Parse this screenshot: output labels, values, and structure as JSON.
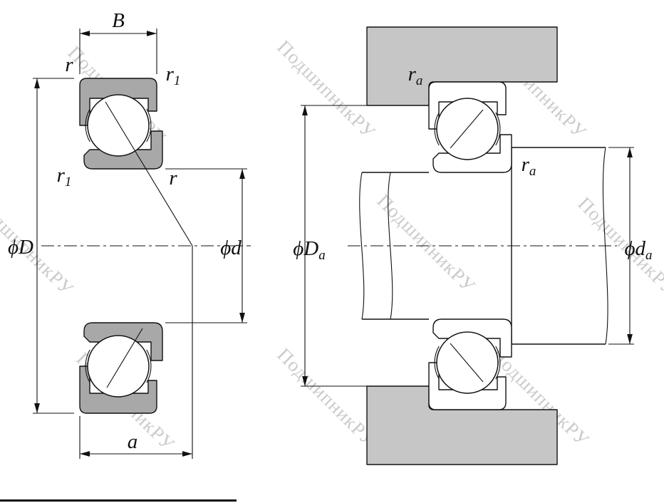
{
  "colors": {
    "ring_fill": "#a8a8a8",
    "housing_fill": "#c6c6c6",
    "line": "#111111",
    "watermark": "#c2c2c2",
    "background": "#ffffff"
  },
  "watermark": {
    "text": "ПодшипникРУ"
  },
  "left_view": {
    "title": "bearing cross-section with boundary dimensions",
    "dim_B": "B",
    "dim_a": "a",
    "dim_r_outer_top": "r",
    "dim_r1_top": {
      "base": "r",
      "sub": "1"
    },
    "dim_r1_side": {
      "base": "r",
      "sub": "1"
    },
    "dim_r_inner": "r",
    "dim_D": {
      "base": "ϕD"
    },
    "dim_d": {
      "base": "ϕd"
    }
  },
  "right_view": {
    "title": "bearing mounted on shaft in housing with abutment dimensions",
    "dim_ra_housing": {
      "base": "r",
      "sub": "a"
    },
    "dim_ra_shaft": {
      "base": "r",
      "sub": "a"
    },
    "dim_Da": {
      "base": "ϕD",
      "sub": "a"
    },
    "dim_da": {
      "base": "ϕd",
      "sub": "a"
    }
  }
}
